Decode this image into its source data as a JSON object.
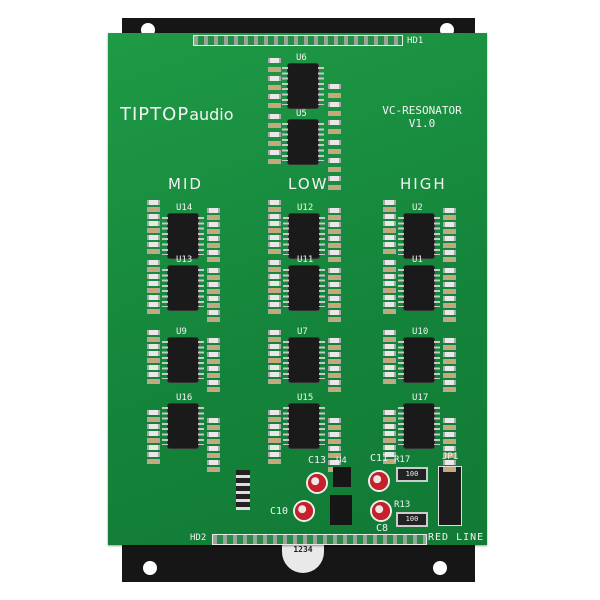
{
  "brand": {
    "logo_main": "TIPTOP",
    "logo_sub": "audio"
  },
  "module": {
    "name": "VC-RESONATOR",
    "version": "V1.0"
  },
  "sections": {
    "mid": "MID",
    "low": "LOW",
    "high": "HIGH"
  },
  "headers": {
    "top": "HD1",
    "bottom": "HD2",
    "jumper": "JP1",
    "edition": "RED LINE"
  },
  "chips": [
    {
      "id": "U6",
      "col": "center",
      "row": "top1"
    },
    {
      "id": "U5",
      "col": "center",
      "row": "top2"
    },
    {
      "id": "U14",
      "col": "mid",
      "row": 1
    },
    {
      "id": "U13",
      "col": "mid",
      "row": 2
    },
    {
      "id": "U9",
      "col": "mid",
      "row": 3
    },
    {
      "id": "U16",
      "col": "mid",
      "row": 4
    },
    {
      "id": "U12",
      "col": "low",
      "row": 1
    },
    {
      "id": "U11",
      "col": "low",
      "row": 2
    },
    {
      "id": "U7",
      "col": "low",
      "row": 3
    },
    {
      "id": "U15",
      "col": "low",
      "row": 4
    },
    {
      "id": "U2",
      "col": "high",
      "row": 1
    },
    {
      "id": "U1",
      "col": "high",
      "row": 2
    },
    {
      "id": "U10",
      "col": "high",
      "row": 3
    },
    {
      "id": "U17",
      "col": "high",
      "row": 4
    }
  ],
  "power": {
    "caps": [
      "C13",
      "C11",
      "C10",
      "C8"
    ],
    "regulator": "U4",
    "resistors": [
      {
        "id": "R17",
        "value": "100"
      },
      {
        "id": "R13",
        "value": "100"
      }
    ]
  },
  "dip_switch_digits": "1234",
  "colors": {
    "pcb": "#14833a",
    "panel": "#161616",
    "silkscreen": "#f2f2f2",
    "capacitor": "#c8202a"
  }
}
